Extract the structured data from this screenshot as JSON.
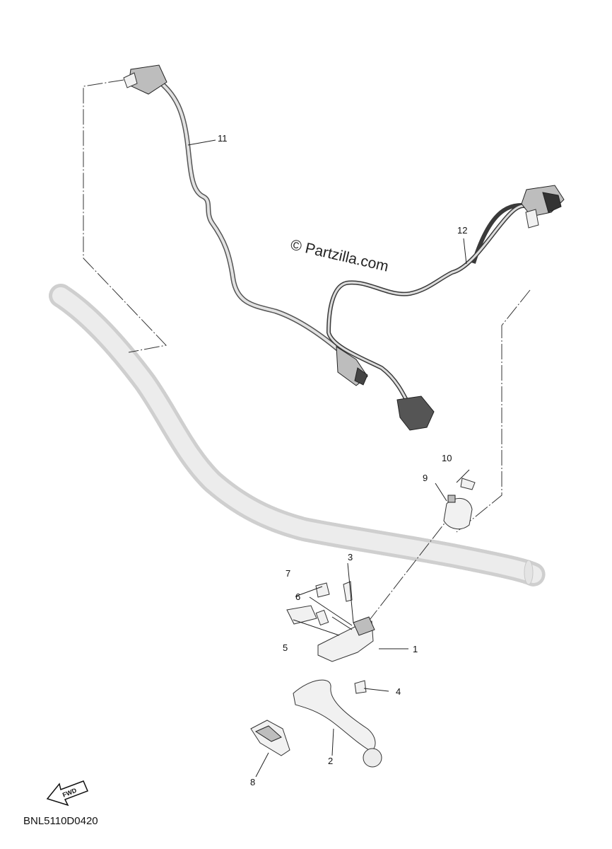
{
  "watermark": "© Partzilla.com",
  "diagram_code": "BNL5110D0420",
  "fwd_label": "FWD",
  "callouts": {
    "c1": "1",
    "c2": "2",
    "c3": "3",
    "c4": "4",
    "c5": "5",
    "c6": "6",
    "c7": "7",
    "c8": "8",
    "c9": "9",
    "c10": "10",
    "c11": "11",
    "c12": "12"
  }
}
